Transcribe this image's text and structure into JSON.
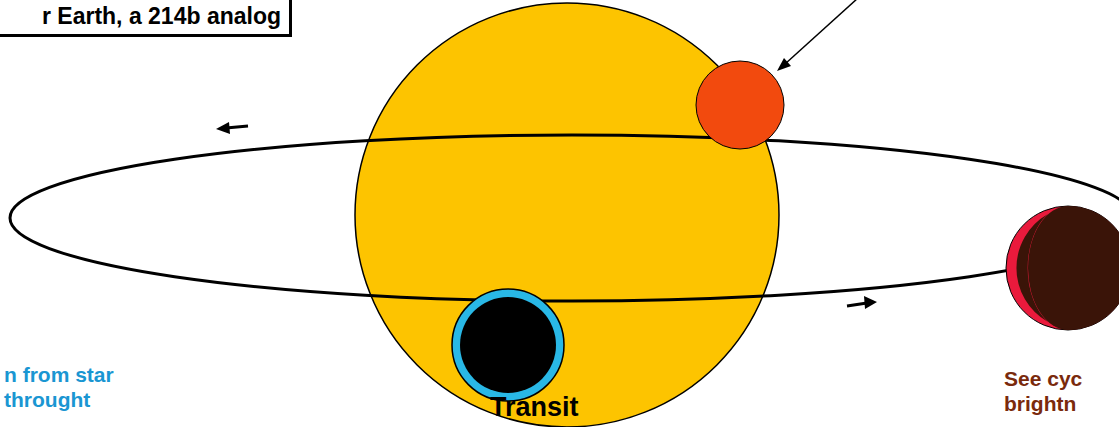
{
  "diagram": {
    "nodes": [
      {
        "text": [
          "r Earth, a 214b analog"
        ]
      }
    ],
    "labels": [
      "n from star throught",
      "Transit",
      "See cyc brightn"
    ]
  }
}
